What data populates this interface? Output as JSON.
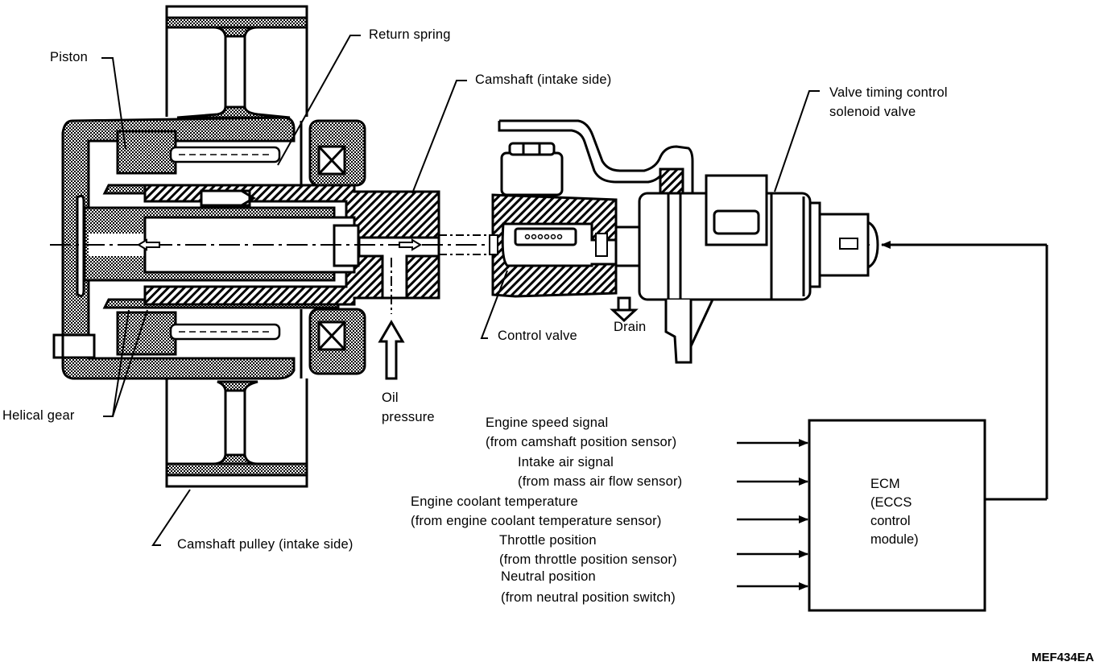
{
  "title": "Valve timing control system",
  "figure_id": "MEF434EA",
  "labels": {
    "piston": "Piston",
    "return_spring": "Return spring",
    "camshaft": "Camshaft (intake side)",
    "solenoid_line1": "Valve timing control",
    "solenoid_line2": "solenoid valve",
    "control_valve": "Control valve",
    "drain": "Drain",
    "oil_pressure_line1": "Oil",
    "oil_pressure_line2": "pressure",
    "helical_gear": "Helical gear",
    "camshaft_pulley": "Camshaft pulley (intake side)"
  },
  "ecm": {
    "line1": "ECM",
    "line2": "(ECCS",
    "line3": "control",
    "line4": "module)"
  },
  "inputs": [
    {
      "signal": "Engine speed signal",
      "source": "(from camshaft position sensor)"
    },
    {
      "signal": "Intake air signal",
      "source": "(from mass air flow sensor)"
    },
    {
      "signal": "Engine coolant temperature",
      "source": "(from engine coolant temperature sensor)"
    },
    {
      "signal": "Throttle position",
      "source": "(from throttle position sensor)"
    },
    {
      "signal": "Neutral position",
      "source": "(from neutral position switch)"
    }
  ],
  "colors": {
    "ink": "#000000",
    "paper": "#ffffff"
  }
}
